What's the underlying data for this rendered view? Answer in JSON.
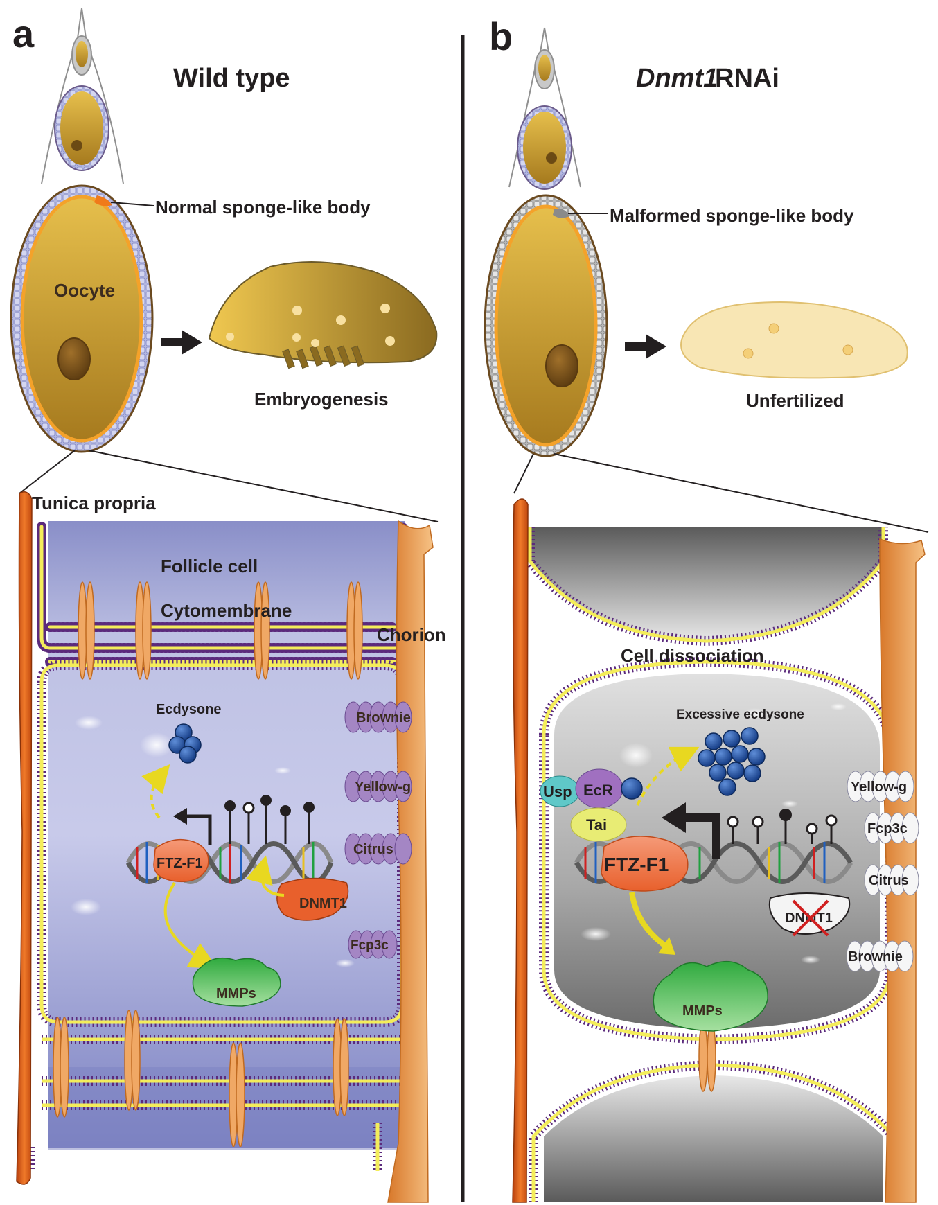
{
  "panel_a": {
    "letter": "a",
    "title": "Wild type",
    "sponge_label": "Normal sponge-like body",
    "oocyte_label": "Oocyte",
    "outcome_label": "Embryogenesis",
    "tunica_label": "Tunica propria",
    "follicle_label": "Follicle cell",
    "cytomembrane_label": "Cytomembrane",
    "chorion_label": "Chorion",
    "ecdysone_label": "Ecdysone",
    "ftz_label": "FTZ-F1",
    "dnmt1_label": "DNMT1",
    "mmps_label": "MMPs",
    "chorion_proteins": [
      "Brownie",
      "Yellow-g",
      "Citrus",
      "Fcp3c"
    ]
  },
  "panel_b": {
    "letter": "b",
    "title_italic": "Dnmt1",
    "title_rest": " RNAi",
    "sponge_label": "Malformed sponge-like body",
    "outcome_label": "Unfertilized",
    "dissociation_label": "Cell dissociation",
    "ecdysone_label": "Excessive ecdysone",
    "usp_label": "Usp",
    "ecr_label": "EcR",
    "tai_label": "Tai",
    "ftz_label": "FTZ-F1",
    "dnmt1_label": "DNMT1",
    "mmps_label": "MMPs",
    "chorion_proteins": [
      "Yellow-g",
      "Fcp3c",
      "Citrus",
      "Brownie"
    ]
  },
  "colors": {
    "oocyte_yolk": "#c9a03a",
    "follicle_blue": "#8c92cc",
    "tunica_orange": "#e0661e",
    "chorion_orange": "#f0a865",
    "ftz_orange": "#f08060",
    "mmps_green": "#4cbb5a",
    "chorion_protein_purple": "#a486c4",
    "ecdysone_blue": "#1f4e9c",
    "membrane_yellow": "#f4ed5a",
    "membrane_purple": "#5b2a7c",
    "gray_cell": "#9a9a9a"
  }
}
